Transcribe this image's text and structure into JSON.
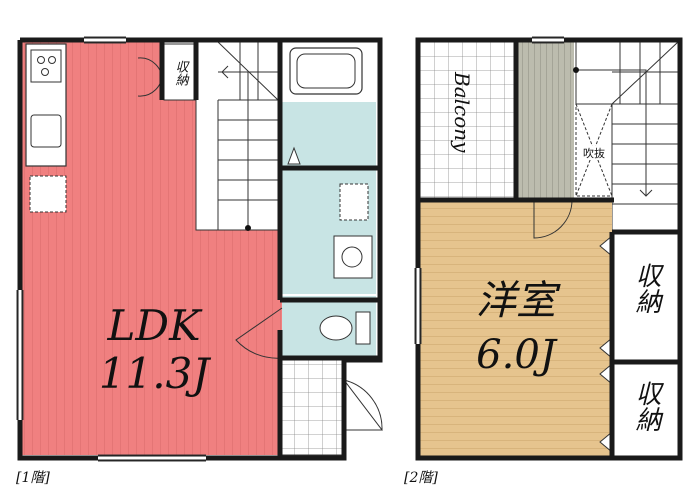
{
  "floor1": {
    "caption": "[1階]",
    "room_name": "LDK",
    "room_size": "11.3J",
    "storage_label": "収納"
  },
  "floor2": {
    "caption": "[2階]",
    "balcony_label": "Balcony",
    "void_label": "吹抜",
    "room_name": "洋室",
    "room_size": "6.0J",
    "storage1_label": "収納",
    "storage2_label": "収納"
  },
  "colors": {
    "ldk_floor": "#f08080",
    "western_room_floor": "#e6c48e",
    "wet_area": "#c8e4e4",
    "tile": "#ffffff",
    "balcony_deck": "#bcbcae",
    "wall": "#1a1a1a"
  }
}
